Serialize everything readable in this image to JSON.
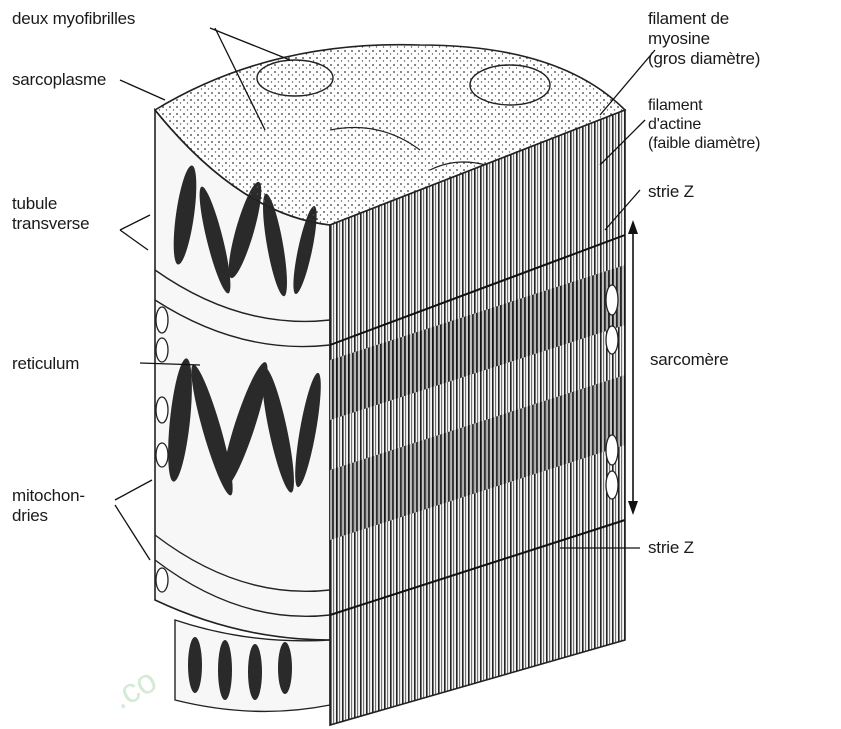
{
  "labels": {
    "myofibrils": "deux myofibrilles",
    "sarcoplasm": "sarcoplasme",
    "t_tubule": "tubule\ntransverse",
    "reticulum": "reticulum",
    "mitochondria": "mitochon-\ndries",
    "myosin": "filament de\nmyosine\n(gros diamètre)",
    "actin": "filament\nd'actine\n(faible diamètre)",
    "z_line_top": "strie Z",
    "sarcomere": "sarcomère",
    "z_line_bottom": "strie Z"
  },
  "colors": {
    "ink": "#1a1a1a",
    "paper": "#ffffff",
    "dark_band": "#3a3a3a",
    "light_band": "#f2f2f2",
    "watermark": "#9fd4a3"
  }
}
